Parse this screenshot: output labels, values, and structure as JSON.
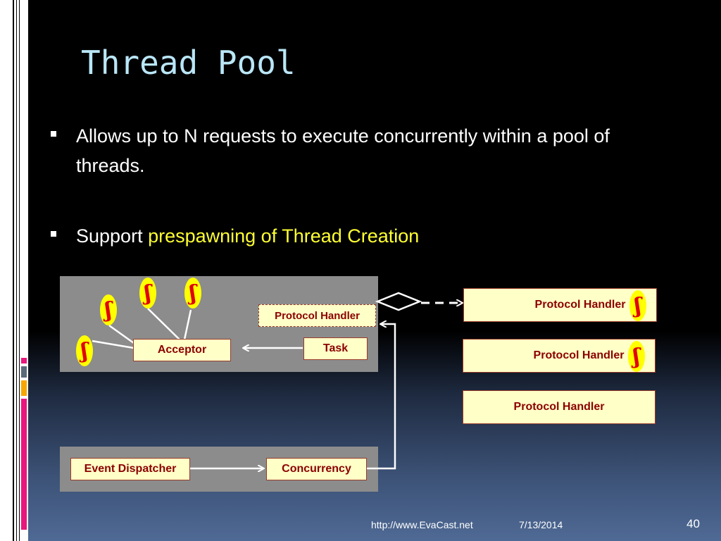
{
  "slide": {
    "title": "Thread Pool",
    "bullets": [
      {
        "text": "Allows up to N requests to execute concurrently within a pool of threads."
      },
      {
        "text_plain": "Support ",
        "text_highlight": "prespawning of Thread Creation"
      }
    ]
  },
  "diagram": {
    "thread_glyph": "ʃ",
    "nodes": {
      "acceptor": "Acceptor",
      "task": "Task",
      "protocol_handler_dashed": "Protocol Handler",
      "event_dispatcher": "Event Dispatcher",
      "concurrency": "Concurrency",
      "handlers": [
        "Protocol Handler",
        "Protocol Handler",
        "Protocol Handler"
      ]
    },
    "colors": {
      "box_fill": "#ffffc8",
      "box_text": "#8b0000",
      "thread_fill": "#ffff00",
      "thread_glyph": "#e00000",
      "panel": "#8c8c8c"
    }
  },
  "footer": {
    "url": "http://www.EvaCast.net",
    "date": "7/13/2014",
    "page": "40"
  }
}
